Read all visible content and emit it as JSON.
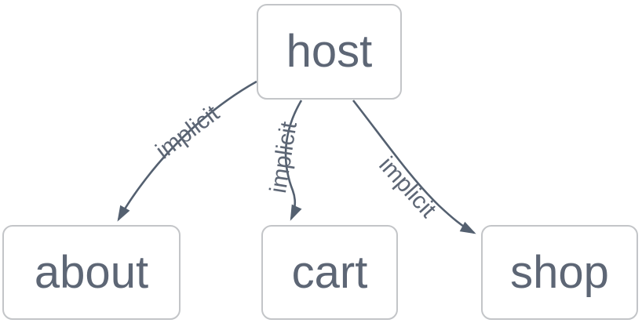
{
  "diagram": {
    "type": "flowchart",
    "direction": "top-down",
    "nodes": [
      {
        "id": "host",
        "label": "host"
      },
      {
        "id": "about",
        "label": "about"
      },
      {
        "id": "cart",
        "label": "cart"
      },
      {
        "id": "shop",
        "label": "shop"
      }
    ],
    "edges": [
      {
        "from": "host",
        "to": "about",
        "label": "implicit",
        "arrow": "filled-triangle"
      },
      {
        "from": "host",
        "to": "cart",
        "label": "implicit",
        "arrow": "filled-triangle"
      },
      {
        "from": "host",
        "to": "shop",
        "label": "implicit",
        "arrow": "filled-triangle"
      }
    ],
    "colors": {
      "background": "#ffffff",
      "node_fill": "#ffffff",
      "node_border": "#c3c5c8",
      "node_text": "#5d6675",
      "edge_stroke": "#546070",
      "edge_label_text": "#5d6675"
    }
  }
}
